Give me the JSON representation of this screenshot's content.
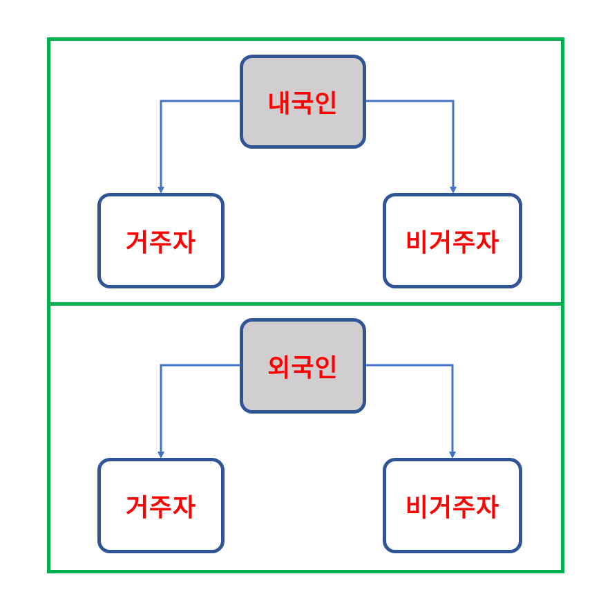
{
  "colors": {
    "panel_border": "#00b050",
    "node_border": "#2f5597",
    "root_fill": "#d0cece",
    "leaf_fill": "#ffffff",
    "label_text": "#ff0000",
    "connector": "#4472c4"
  },
  "top_group": {
    "root_label": "내국인",
    "left_label": "거주자",
    "right_label": "비거주자"
  },
  "bottom_group": {
    "root_label": "외국인",
    "left_label": "거주자",
    "right_label": "비거주자"
  }
}
